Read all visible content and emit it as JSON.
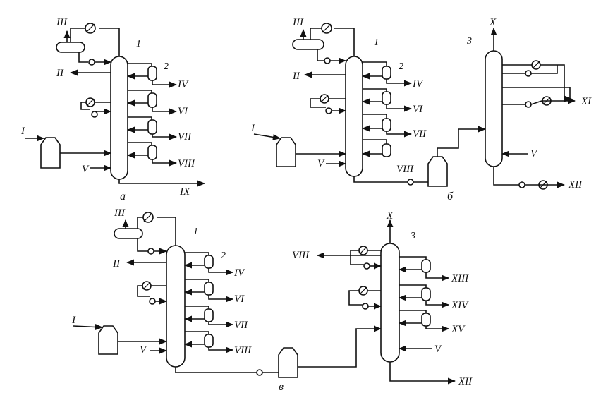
{
  "diagram_a": {
    "caption": "а",
    "column_label": "1",
    "stripper_label": "2",
    "streams": {
      "feed": "I",
      "gas_top": "III",
      "side_II": "II",
      "out_IV": "IV",
      "out_VI": "VI",
      "out_VII": "VII",
      "out_VIII": "VIII",
      "bottom": "IX",
      "steam": "V"
    }
  },
  "diagram_b": {
    "caption": "б",
    "column1_label": "1",
    "column3_label": "3",
    "stripper_label": "2",
    "streams": {
      "feed": "I",
      "gas_top": "III",
      "side_II": "II",
      "out_IV": "IV",
      "out_VI": "VI",
      "out_VII": "VII",
      "out_VIII": "VIII",
      "top_X": "X",
      "out_XI": "XI",
      "bottom_XII": "XII",
      "steam": "V"
    }
  },
  "diagram_c": {
    "caption": "в",
    "column1_label": "1",
    "column3_label": "3",
    "stripper_label": "2",
    "streams": {
      "feed": "I",
      "gas_top": "III",
      "side_II": "II",
      "out_IV": "IV",
      "out_VI": "VI",
      "out_VII": "VII",
      "out_VIII": "VIII",
      "left_VIII": "VIII",
      "top_X": "X",
      "out_XIII": "XIII",
      "out_XIV": "XIV",
      "out_XV": "XV",
      "bottom_XII": "XII",
      "steam": "V"
    }
  }
}
